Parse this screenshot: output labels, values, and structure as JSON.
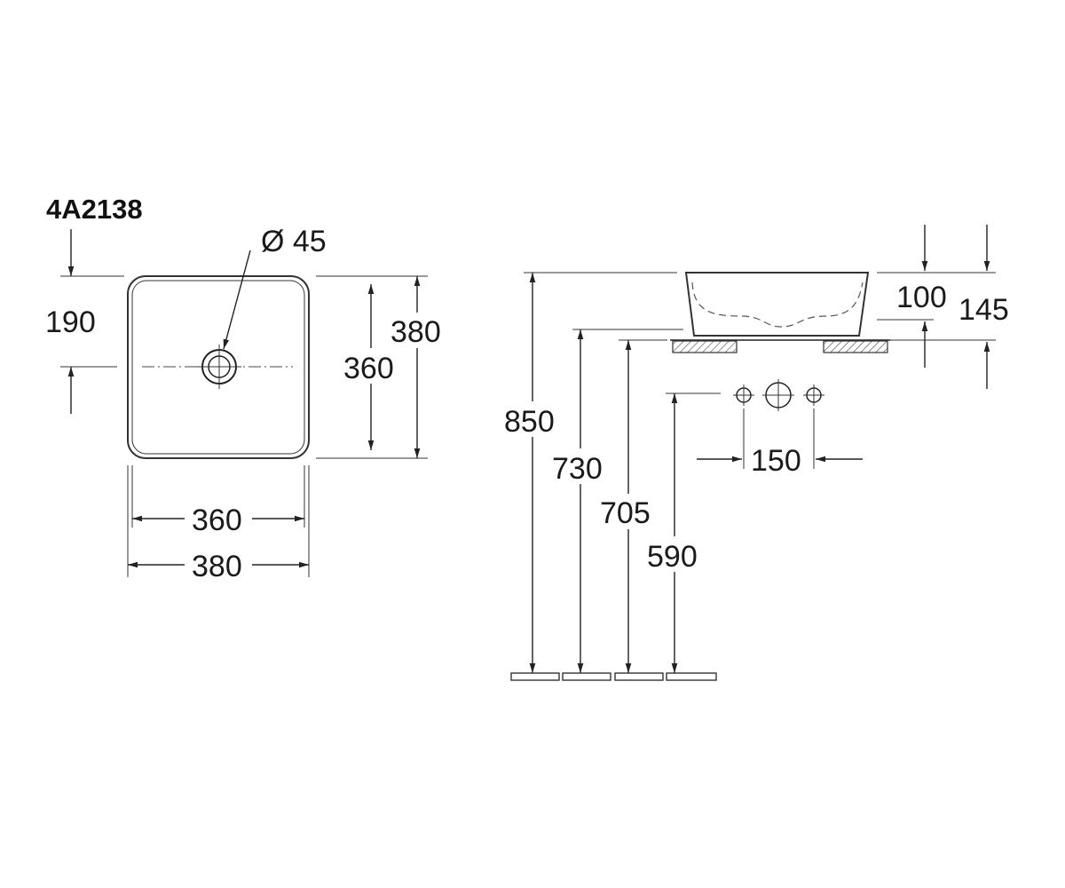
{
  "model_code": "4A2138",
  "plan_view": {
    "drain_diameter_label": "Ø 45",
    "drain_offset_label": "190",
    "inner_height_label": "360",
    "outer_height_label": "380",
    "inner_width_label": "360",
    "outer_width_label": "380"
  },
  "side_view": {
    "bowl_height_label": "100",
    "total_height_label": "145",
    "rim_height_label": "850",
    "counter_height_label": "730",
    "counter_underside_label": "705",
    "tap_height_label": "590",
    "tap_spacing_label": "150"
  }
}
